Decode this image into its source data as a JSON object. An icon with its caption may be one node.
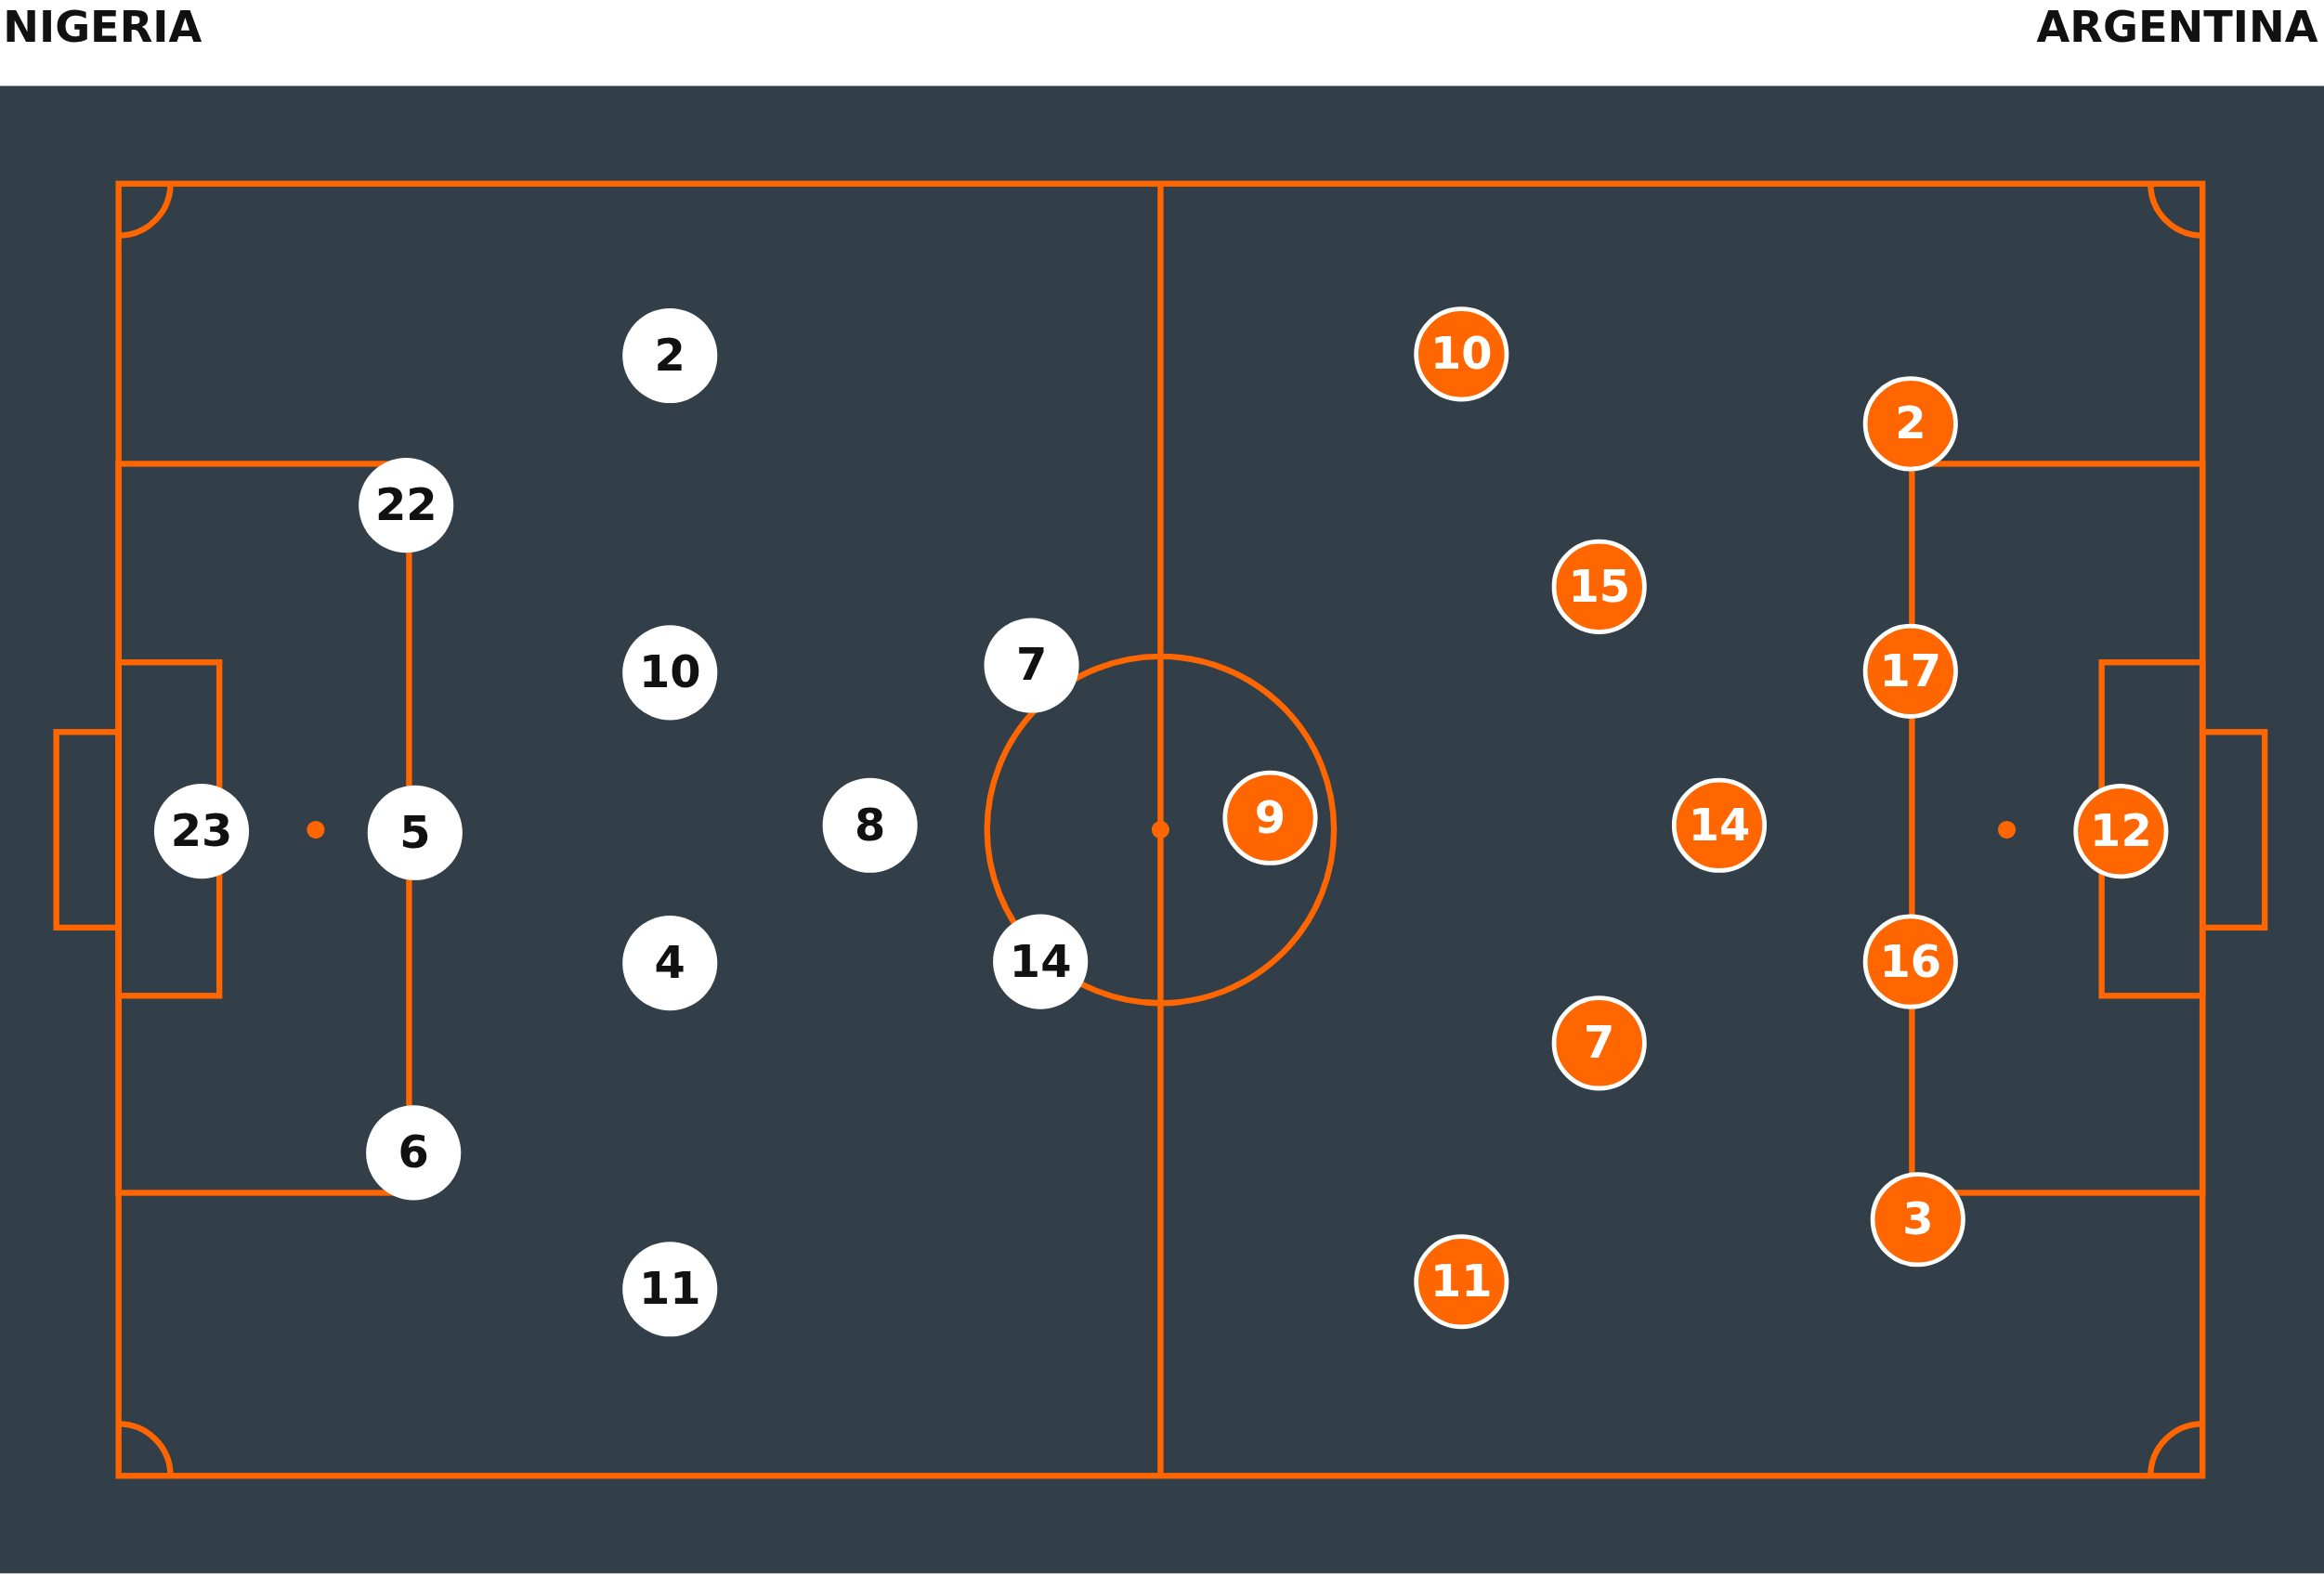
{
  "diagram": {
    "nodes": [
      {
        "text": [
          "2"
        ]
      },
      {
        "text": [
          "22"
        ]
      },
      {
        "text": [
          "10"
        ]
      },
      {
        "text": [
          "7"
        ]
      },
      {
        "text": [
          "23"
        ]
      },
      {
        "text": [
          "5"
        ]
      },
      {
        "text": [
          "8"
        ]
      },
      {
        "text": [
          "4"
        ]
      },
      {
        "text": [
          "14"
        ]
      },
      {
        "text": [
          "6"
        ]
      },
      {
        "text": [
          "11"
        ]
      },
      {
        "text": [
          "10"
        ]
      },
      {
        "text": [
          "2"
        ]
      },
      {
        "text": [
          "15"
        ]
      },
      {
        "text": [
          "17"
        ]
      },
      {
        "text": [
          "9"
        ]
      },
      {
        "text": [
          "14"
        ]
      },
      {
        "text": [
          "12"
        ]
      },
      {
        "text": [
          "16"
        ]
      },
      {
        "text": [
          "7"
        ]
      },
      {
        "text": [
          "3"
        ]
      },
      {
        "text": [
          "11"
        ]
      }
    ],
    "edges": [],
    "labels": [
      "NIGERIA",
      "ARGENTINA"
    ]
  }
}
